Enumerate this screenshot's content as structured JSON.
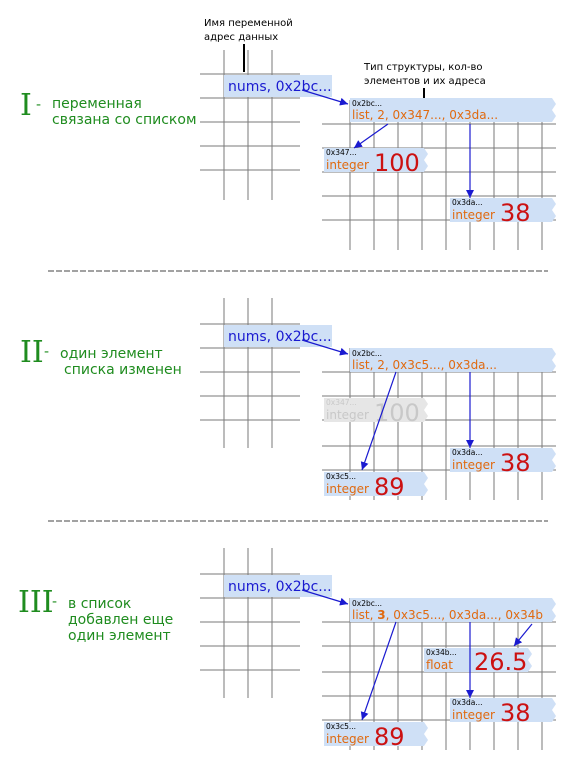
{
  "annotations": {
    "var_label_1": "Имя переменной",
    "var_label_2": "адрес данных",
    "struct_label_1": "Тип структуры, кол-во",
    "struct_label_2": "элементов и их адреса"
  },
  "sections": [
    {
      "roman": "I",
      "dash": "-",
      "caption": [
        "переменная",
        "связана со списком"
      ],
      "variable": "nums, 0x2bc...",
      "list_addr": "0x2bc...",
      "list_text": "list, 2, 0x347..., 0x3da...",
      "objects": [
        {
          "addr": "0x347...",
          "type": "integer",
          "value": "100"
        },
        {
          "addr": "0x3da...",
          "type": "integer",
          "value": "38"
        }
      ]
    },
    {
      "roman": "II",
      "dash": "-",
      "caption": [
        "один элемент",
        "списка изменен"
      ],
      "variable": "nums, 0x2bc...",
      "list_addr": "0x2bc...",
      "list_text": "list, 2, 0x3c5..., 0x3da...",
      "objects": [
        {
          "addr": "0x347...",
          "type": "integer",
          "value": "100",
          "faded": true
        },
        {
          "addr": "0x3da...",
          "type": "integer",
          "value": "38"
        },
        {
          "addr": "0x3c5...",
          "type": "integer",
          "value": "89"
        }
      ]
    },
    {
      "roman": "III",
      "dash": "-",
      "caption": [
        "в список",
        "добавлен еще",
        "один элемент"
      ],
      "variable": "nums, 0x2bc...",
      "list_addr": "0x2bc...",
      "list_text_a": "list, ",
      "list_text_bold": "3",
      "list_text_b": ", 0x3c5..., 0x3da..., 0x34b",
      "objects": [
        {
          "addr": "0x34b...",
          "type": "float",
          "value": "26.5"
        },
        {
          "addr": "0x3da...",
          "type": "integer",
          "value": "38"
        },
        {
          "addr": "0x3c5...",
          "type": "integer",
          "value": "89"
        }
      ]
    }
  ]
}
